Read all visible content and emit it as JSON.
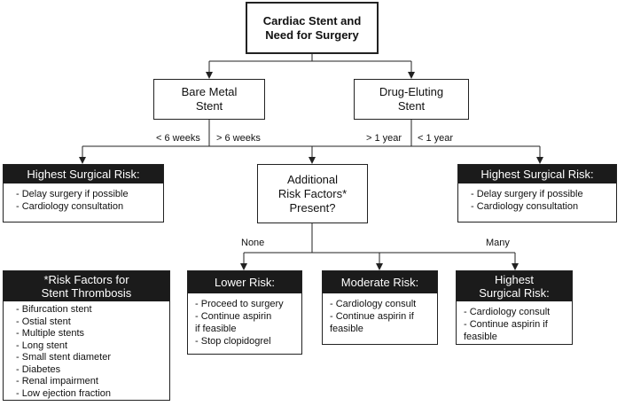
{
  "root": {
    "line1": "Cardiac Stent and",
    "line2": "Need for Surgery"
  },
  "bare_metal": {
    "line1": "Bare Metal",
    "line2": "Stent"
  },
  "drug_eluting": {
    "line1": "Drug-Eluting",
    "line2": "Stent"
  },
  "edge_labels": {
    "lt6w": "< 6 weeks",
    "gt6w": "> 6 weeks",
    "gt1y": "> 1 year",
    "lt1y": "< 1 year",
    "none": "None",
    "many": "Many"
  },
  "left_highest": {
    "header": "Highest Surgical Risk:",
    "items": [
      "Delay surgery if possible",
      "Cardiology consultation"
    ]
  },
  "additional": {
    "line1": "Additional",
    "line2": "Risk Factors*",
    "line3": "Present?"
  },
  "right_highest": {
    "header": "Highest Surgical Risk:",
    "items": [
      "Delay surgery if possible",
      "Cardiology consultation"
    ]
  },
  "risk_factors": {
    "header_line1": "*Risk Factors for",
    "header_line2": "Stent Thrombosis",
    "items": [
      "Bifurcation stent",
      "Ostial stent",
      "Multiple stents",
      "Long stent",
      "Small stent diameter",
      "Diabetes",
      "Renal impairment",
      "Low ejection fraction"
    ]
  },
  "lower_risk": {
    "header": "Lower Risk:",
    "items": [
      "Proceed to surgery",
      "Continue aspirin",
      "if feasible",
      "Stop clopidogrel"
    ]
  },
  "moderate_risk": {
    "header": "Moderate Risk:",
    "items": [
      "Cardiology consult",
      "Continue aspirin if",
      "feasible"
    ]
  },
  "highest_bottom": {
    "header_line1": "Highest",
    "header_line2": "Surgical Risk:",
    "items": [
      "Cardiology consult",
      "Continue aspirin if",
      "feasible"
    ]
  }
}
